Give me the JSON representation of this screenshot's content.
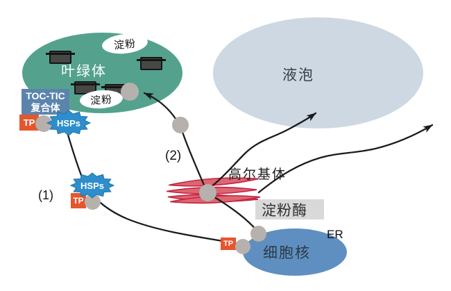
{
  "organelles": {
    "chloroplast": {
      "label": "叶绿体",
      "fill": "#54a28e",
      "starch_labels": [
        "淀粉",
        "淀粉"
      ]
    },
    "vacuole": {
      "label": "液泡",
      "fill": "#cdd8e2"
    },
    "golgi": {
      "label": "高尔基体",
      "fill": "#d8566b"
    },
    "nucleus": {
      "label": "细胞核",
      "fill": "#5e8fc0"
    },
    "er": {
      "label": "ER"
    }
  },
  "proteins": {
    "toc_tic_complex": {
      "line1": "TOC-TIC",
      "line2": "复合体",
      "fill": "#5b84ad"
    },
    "transit_peptide": {
      "label": "TP",
      "fill": "#e5562e"
    },
    "hsps": {
      "label": "HSPs",
      "fill": "#2e8ecb"
    },
    "amylase": {
      "label": "淀粉酶",
      "fill": "#d9d9d9"
    },
    "cargo_circle_fill": "#b6b1ac"
  },
  "pathway_labels": {
    "step1": "(1)",
    "step2": "(2)"
  },
  "arrow_color": "#1b1b1b"
}
